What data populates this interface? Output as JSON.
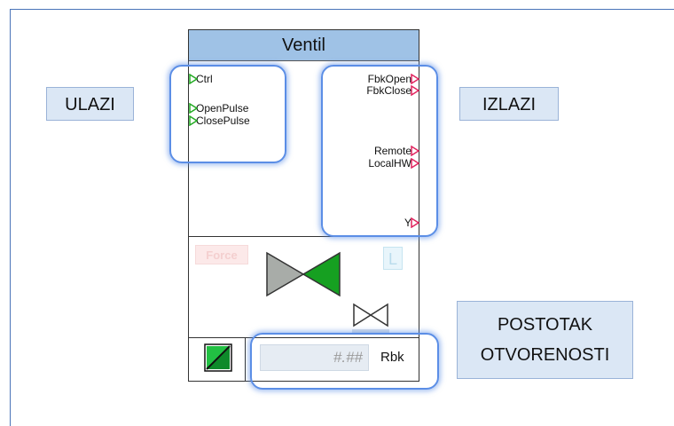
{
  "block": {
    "title": "Ventil",
    "inputs": [
      "Ctrl",
      "OpenPulse",
      "ClosePulse"
    ],
    "outputs": [
      "FbkOpen",
      "FbkClose",
      "Remote",
      "LocalHW",
      "Y"
    ],
    "force_label": "Force",
    "local_label": "L",
    "rbk_placeholder": "#.##",
    "rbk_label": "Rbk"
  },
  "annotations": {
    "inputs": "ULAZI",
    "outputs": "IZLAZI",
    "opening_line1": "POSTOTAK",
    "opening_line2": "OTVORENOSTI"
  },
  "colors": {
    "title_bg": "#9fc2e6",
    "input_port": "#22aa22",
    "output_port": "#e0245e",
    "highlight": "#5b8ee6",
    "callout_bg": "#dbe7f5",
    "valve_open": "#16a021",
    "valve_closed": "#a8aca8"
  }
}
